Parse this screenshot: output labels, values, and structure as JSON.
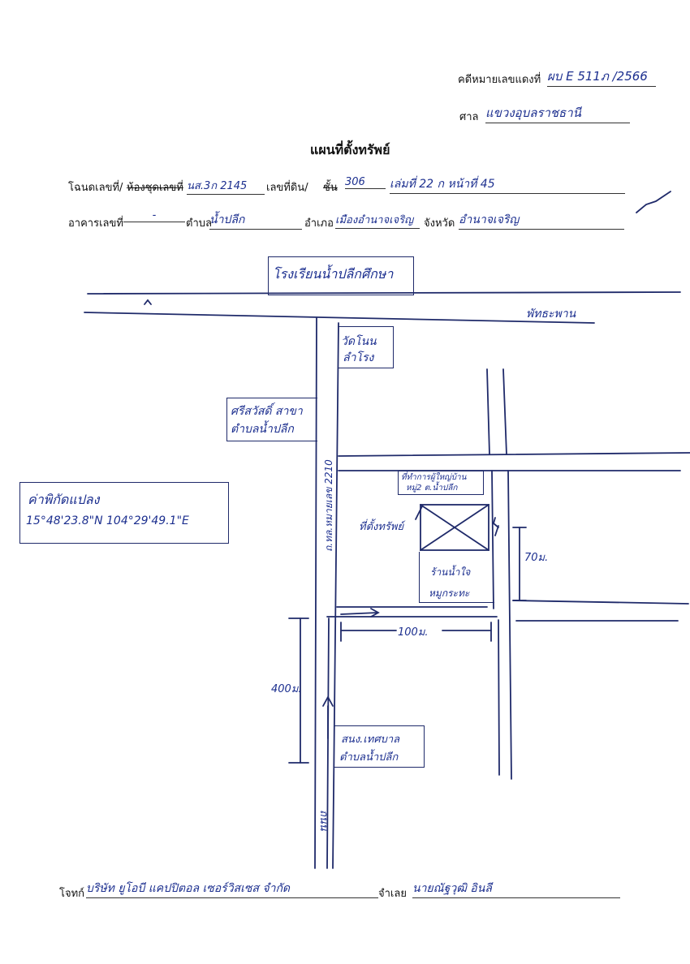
{
  "header": {
    "case_label": "คดีหมายเลขแดงที่",
    "case_value": "ผบ E 511ภ /2566",
    "court_label": "ศาล",
    "court_value": "แขวงอุบลราชธานี"
  },
  "title": "แผนที่ตั้งทรัพย์",
  "deed": {
    "deed_label": "โฉนดเลขที่/",
    "condo_label": "ห้องชุดเลขที่",
    "deed_value": "นส.3ก 2145",
    "land_label": "เลขที่ดิน/",
    "floor_label": "ชั้น",
    "land_value": "306",
    "book_page": "เล่มที่ 22 ก  หน้าที่ 45"
  },
  "building": {
    "building_label": "อาคารเลขที่",
    "building_value": "-",
    "tambon_label": "ตำบล",
    "tambon_value": "น้ำปลีก",
    "amphoe_label": "อำเภอ",
    "amphoe_value": "เมืองอำนาจเจริญ",
    "province_label": "จังหวัด",
    "province_value": "อำนาจเจริญ"
  },
  "map": {
    "school": "โรงเรียนน้ำปลีกศึกษา",
    "north_road": "พัทธะพาน",
    "temple_1": "วัดโนน",
    "temple_2": "ลำโรง",
    "branch_1": "ศรีสวัสดิ์ สาขา",
    "branch_2": "ตำบลน้ำปลีก",
    "coords_label": "ค่าพิกัดแปลง",
    "coords_value": "15°48'23.8\"N 104°29'49.1\"E",
    "road_name": "ถ.ทล.หมายเลข 2210",
    "office_1": "ที่ทำการผู้ใหญ่บ้าน",
    "office_2": "หมู่2 ต.น้ำปลีก",
    "property_label": "ที่ตั้งทรัพย์",
    "shop_1": "ร้านน้ำใจ",
    "shop_2": "หมูกระทะ",
    "dist_70": "70ม.",
    "dist_100": "100ม.",
    "dist_400": "400ม.",
    "health_1": "สนง.เทศบาล",
    "health_2": "ตำบลน้ำปลีก",
    "south_road": "ถนน"
  },
  "footer": {
    "plaintiff_label": "โจทก์",
    "plaintiff_value": "บริษัท ยูโอบี แคปปิตอล เซอร์วิสเซส จำกัด",
    "defendant_label": "จำเลย",
    "defendant_value": "นายณัฐวุฒิ  อินลี"
  }
}
